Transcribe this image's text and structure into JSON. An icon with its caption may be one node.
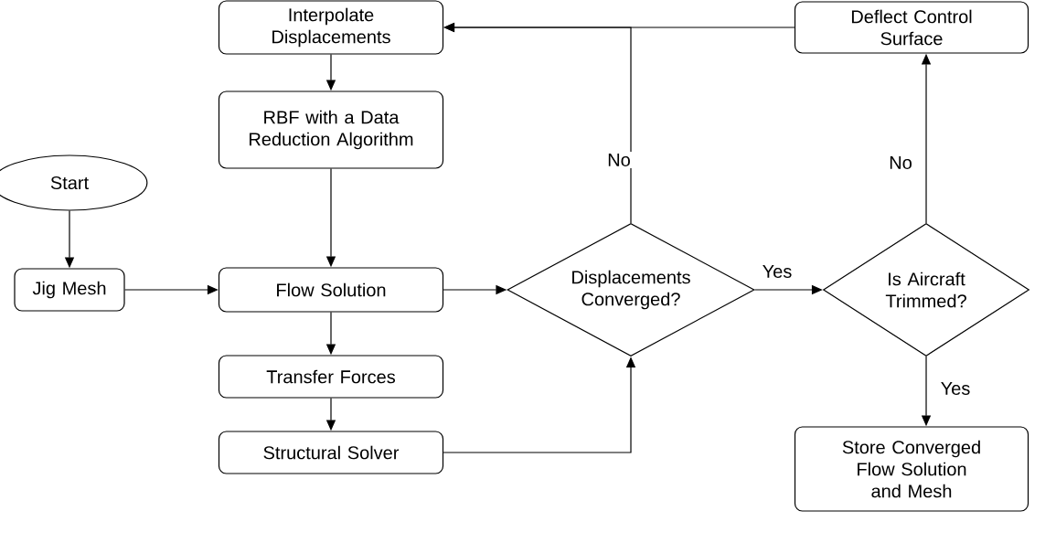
{
  "diagram": {
    "nodes": [
      {
        "text": [
          "Start"
        ]
      },
      {
        "text": [
          "Jig Mesh"
        ]
      },
      {
        "text": [
          "Interpolate Displacements"
        ]
      },
      {
        "text": [
          "RBF with a Data Reduction Algorithm"
        ]
      },
      {
        "text": [
          "Flow Solution"
        ]
      },
      {
        "text": [
          "Transfer Forces"
        ]
      },
      {
        "text": [
          "Structural Solver"
        ]
      },
      {
        "text": [
          "Displacements Converged?"
        ]
      },
      {
        "text": [
          "Is Aircraft Trimmed?"
        ]
      },
      {
        "text": [
          "Deflect Control Surface"
        ]
      },
      {
        "text": [
          "Store Converged Flow Solution and Mesh"
        ]
      }
    ],
    "edges": [
      {
        "from": 0,
        "to": 1,
        "arrow": "to"
      },
      {
        "from": 1,
        "to": 4,
        "arrow": "to"
      },
      {
        "from": 2,
        "to": 3,
        "arrow": "to"
      },
      {
        "from": 3,
        "to": 4,
        "arrow": "to"
      },
      {
        "from": 4,
        "to": 5,
        "arrow": "to"
      },
      {
        "from": 5,
        "to": 6,
        "arrow": "to"
      },
      {
        "from": 4,
        "to": 7,
        "arrow": "to"
      },
      {
        "from": 6,
        "to": 7,
        "arrow": "to"
      },
      {
        "from": 7,
        "to": 2,
        "arrow": "to",
        "label": "No"
      },
      {
        "from": 7,
        "to": 8,
        "arrow": "to",
        "label": "Yes"
      },
      {
        "from": 8,
        "to": 9,
        "arrow": "to",
        "label": "No"
      },
      {
        "from": 8,
        "to": 10,
        "arrow": "to",
        "label": "Yes"
      },
      {
        "from": 9,
        "to": 2,
        "arrow": "to"
      }
    ]
  }
}
